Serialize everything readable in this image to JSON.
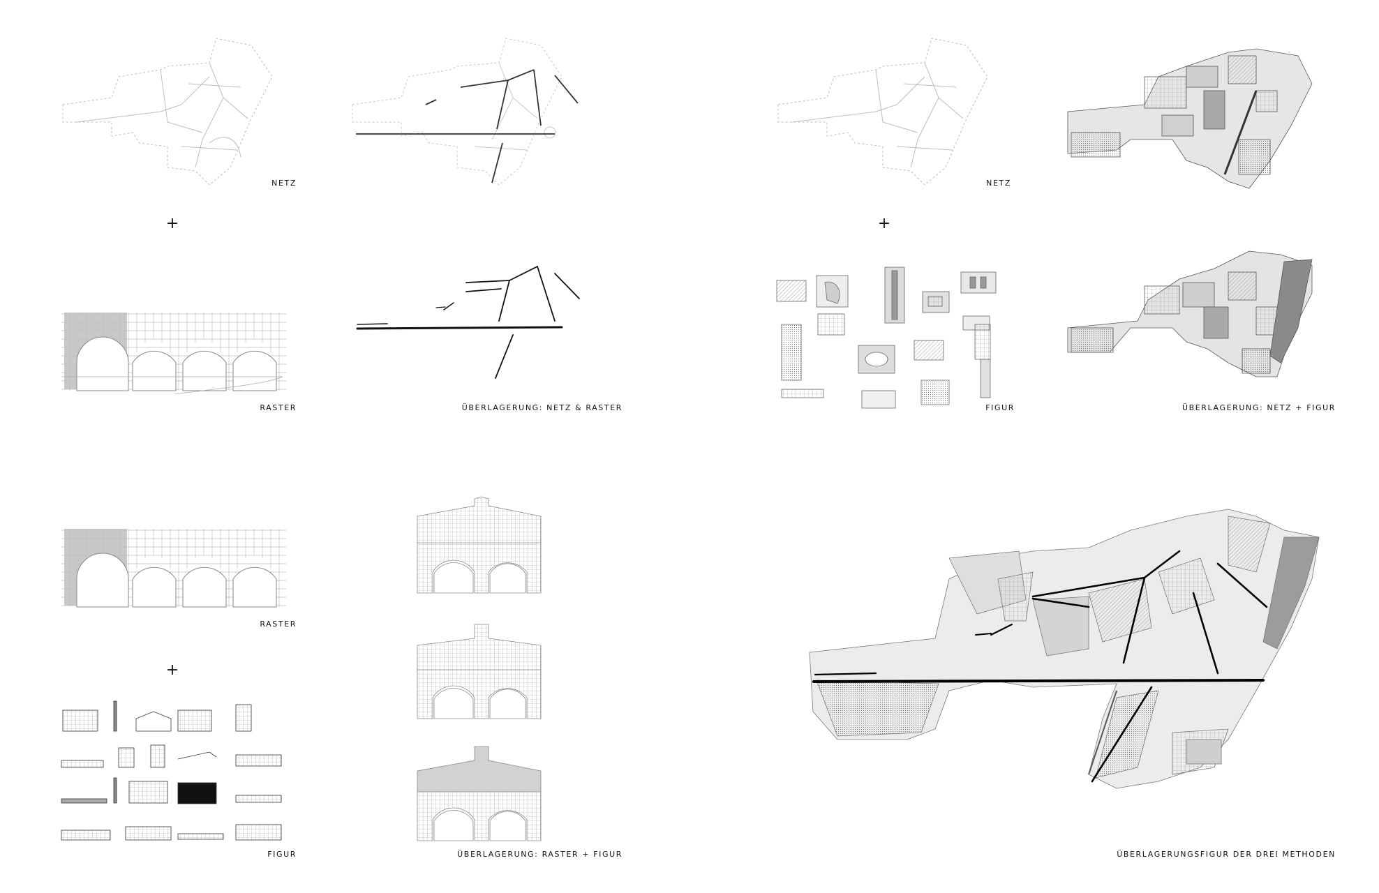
{
  "labels": {
    "netz_1": "NETZ",
    "raster_1": "RASTER",
    "overlay_netz_raster": "ÜBERLAGERUNG: NETZ & RASTER",
    "netz_2": "NETZ",
    "figur_1": "FIGUR",
    "overlay_netz_figur": "ÜBERLAGERUNG: NETZ + FIGUR",
    "raster_2": "RASTER",
    "figur_2": "FIGUR",
    "overlay_raster_figur": "ÜBERLAGERUNG: RASTER + FIGUR",
    "overlay_three": "ÜBERLAGERUNGSFIGUR DER DREI METHODEN"
  },
  "plus_sign": "+",
  "colors": {
    "ink": "#111111",
    "line_light": "#bdbdbd",
    "fill_gray": "#d9d9d9",
    "fill_dark": "#8a8a8a"
  }
}
